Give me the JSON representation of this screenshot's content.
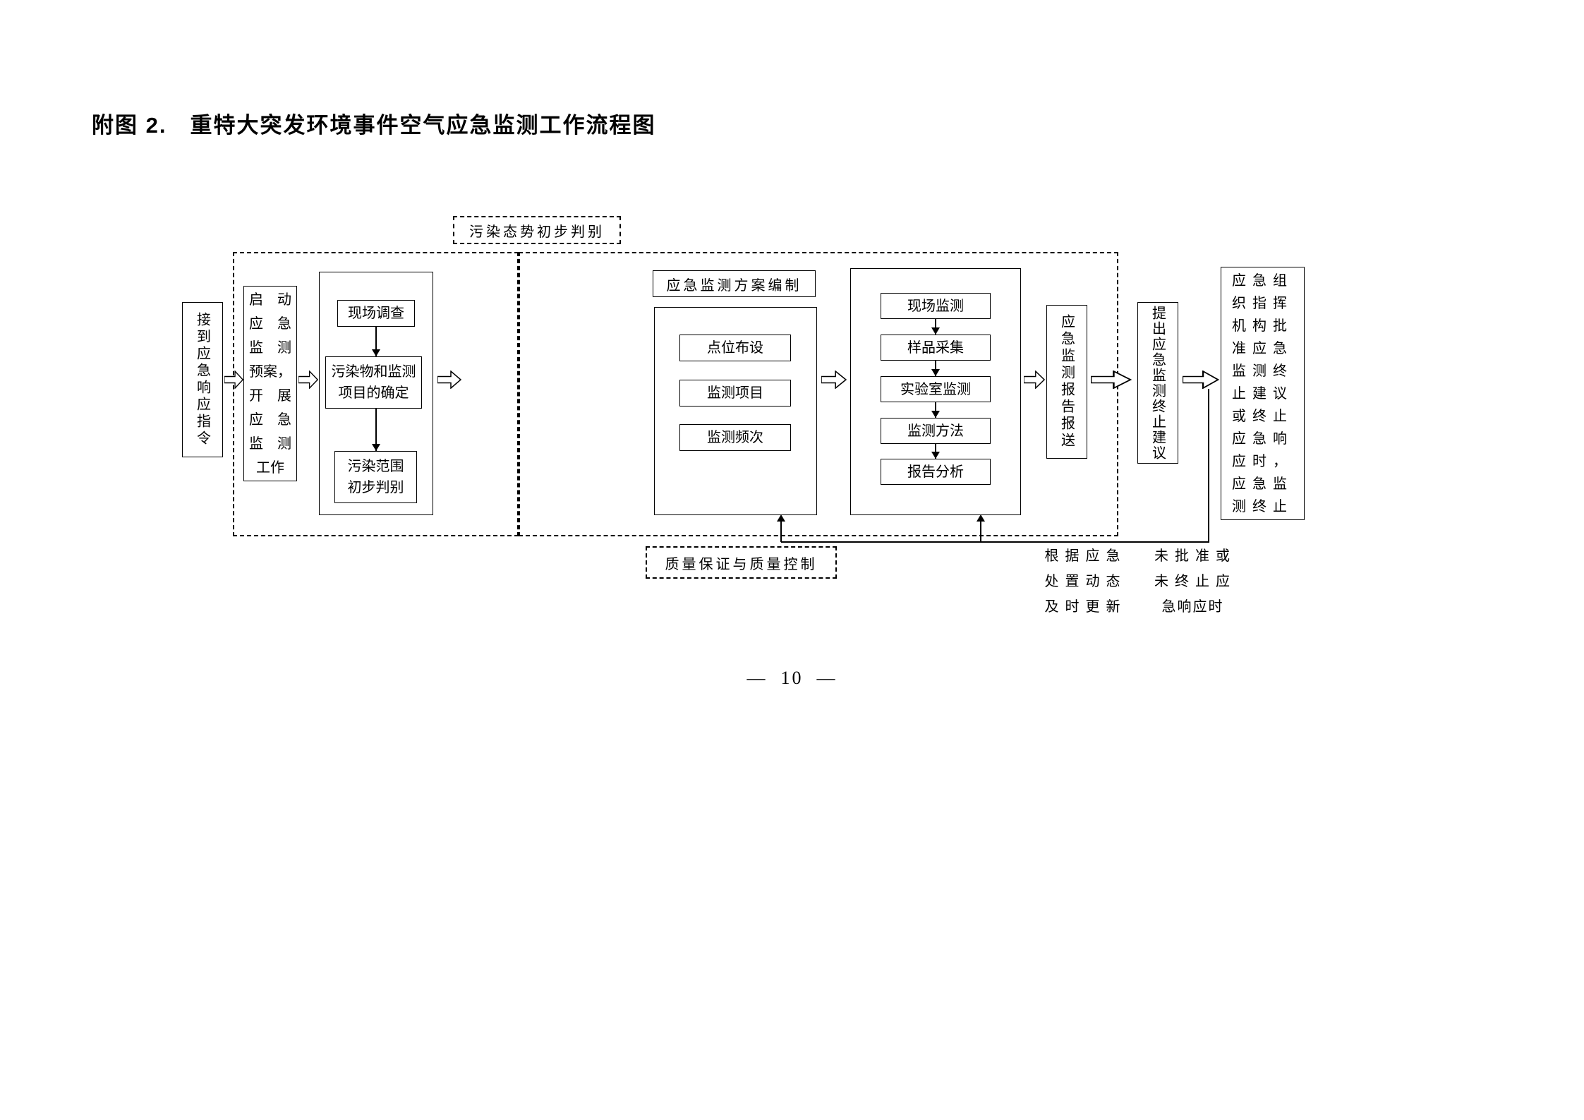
{
  "page": {
    "title": "附图 2.　重特大突发环境事件空气应急监测工作流程图",
    "page_number": "10",
    "page_number_display": "—  10  —"
  },
  "colors": {
    "ink": "#000000",
    "paper": "#ffffff"
  },
  "icons": {
    "flow_arrow": "hollow-block-arrow-right",
    "connector_down": "thin-arrow-down",
    "connector_up": "thin-arrow-up"
  },
  "regions": {
    "pollution_assessment_label": "污染态势初步判别",
    "plan_preparation_label": "应急监测方案编制",
    "qa_qc_label": "质量保证与质量控制"
  },
  "nodes": {
    "receive_order": "接到应急响应指令",
    "start_monitoring": "启　动\n应　急\n监　测\n预案，\n开　展\n应　急\n监　测\n工作",
    "site_survey": "现场调查",
    "pollutant_determination": "污染物和监测\n项目的确定",
    "pollution_scope": "污染范围\n初步判别",
    "point_layout": "点位布设",
    "monitoring_items": "监测项目",
    "monitoring_frequency": "监测频次",
    "site_monitoring": "现场监测",
    "sample_collection": "样品采集",
    "lab_monitoring": "实验室监测",
    "monitoring_method": "监测方法",
    "report_analysis": "报告分析",
    "report_submission": "应急监测报告报送",
    "termination_suggestion": "提出应急监测终止建议",
    "final_termination": "应急组\n织指挥\n机构批\n准应急\n监测终\n止建议\n或终止\n应急响\n应时，\n应急监\n测终止"
  },
  "annotations": {
    "update_per_response": "根 据 应 急\n处 置 动 态\n及 时 更 新",
    "not_approved": "未 批 准 或\n未 终 止 应\n急响应时"
  }
}
